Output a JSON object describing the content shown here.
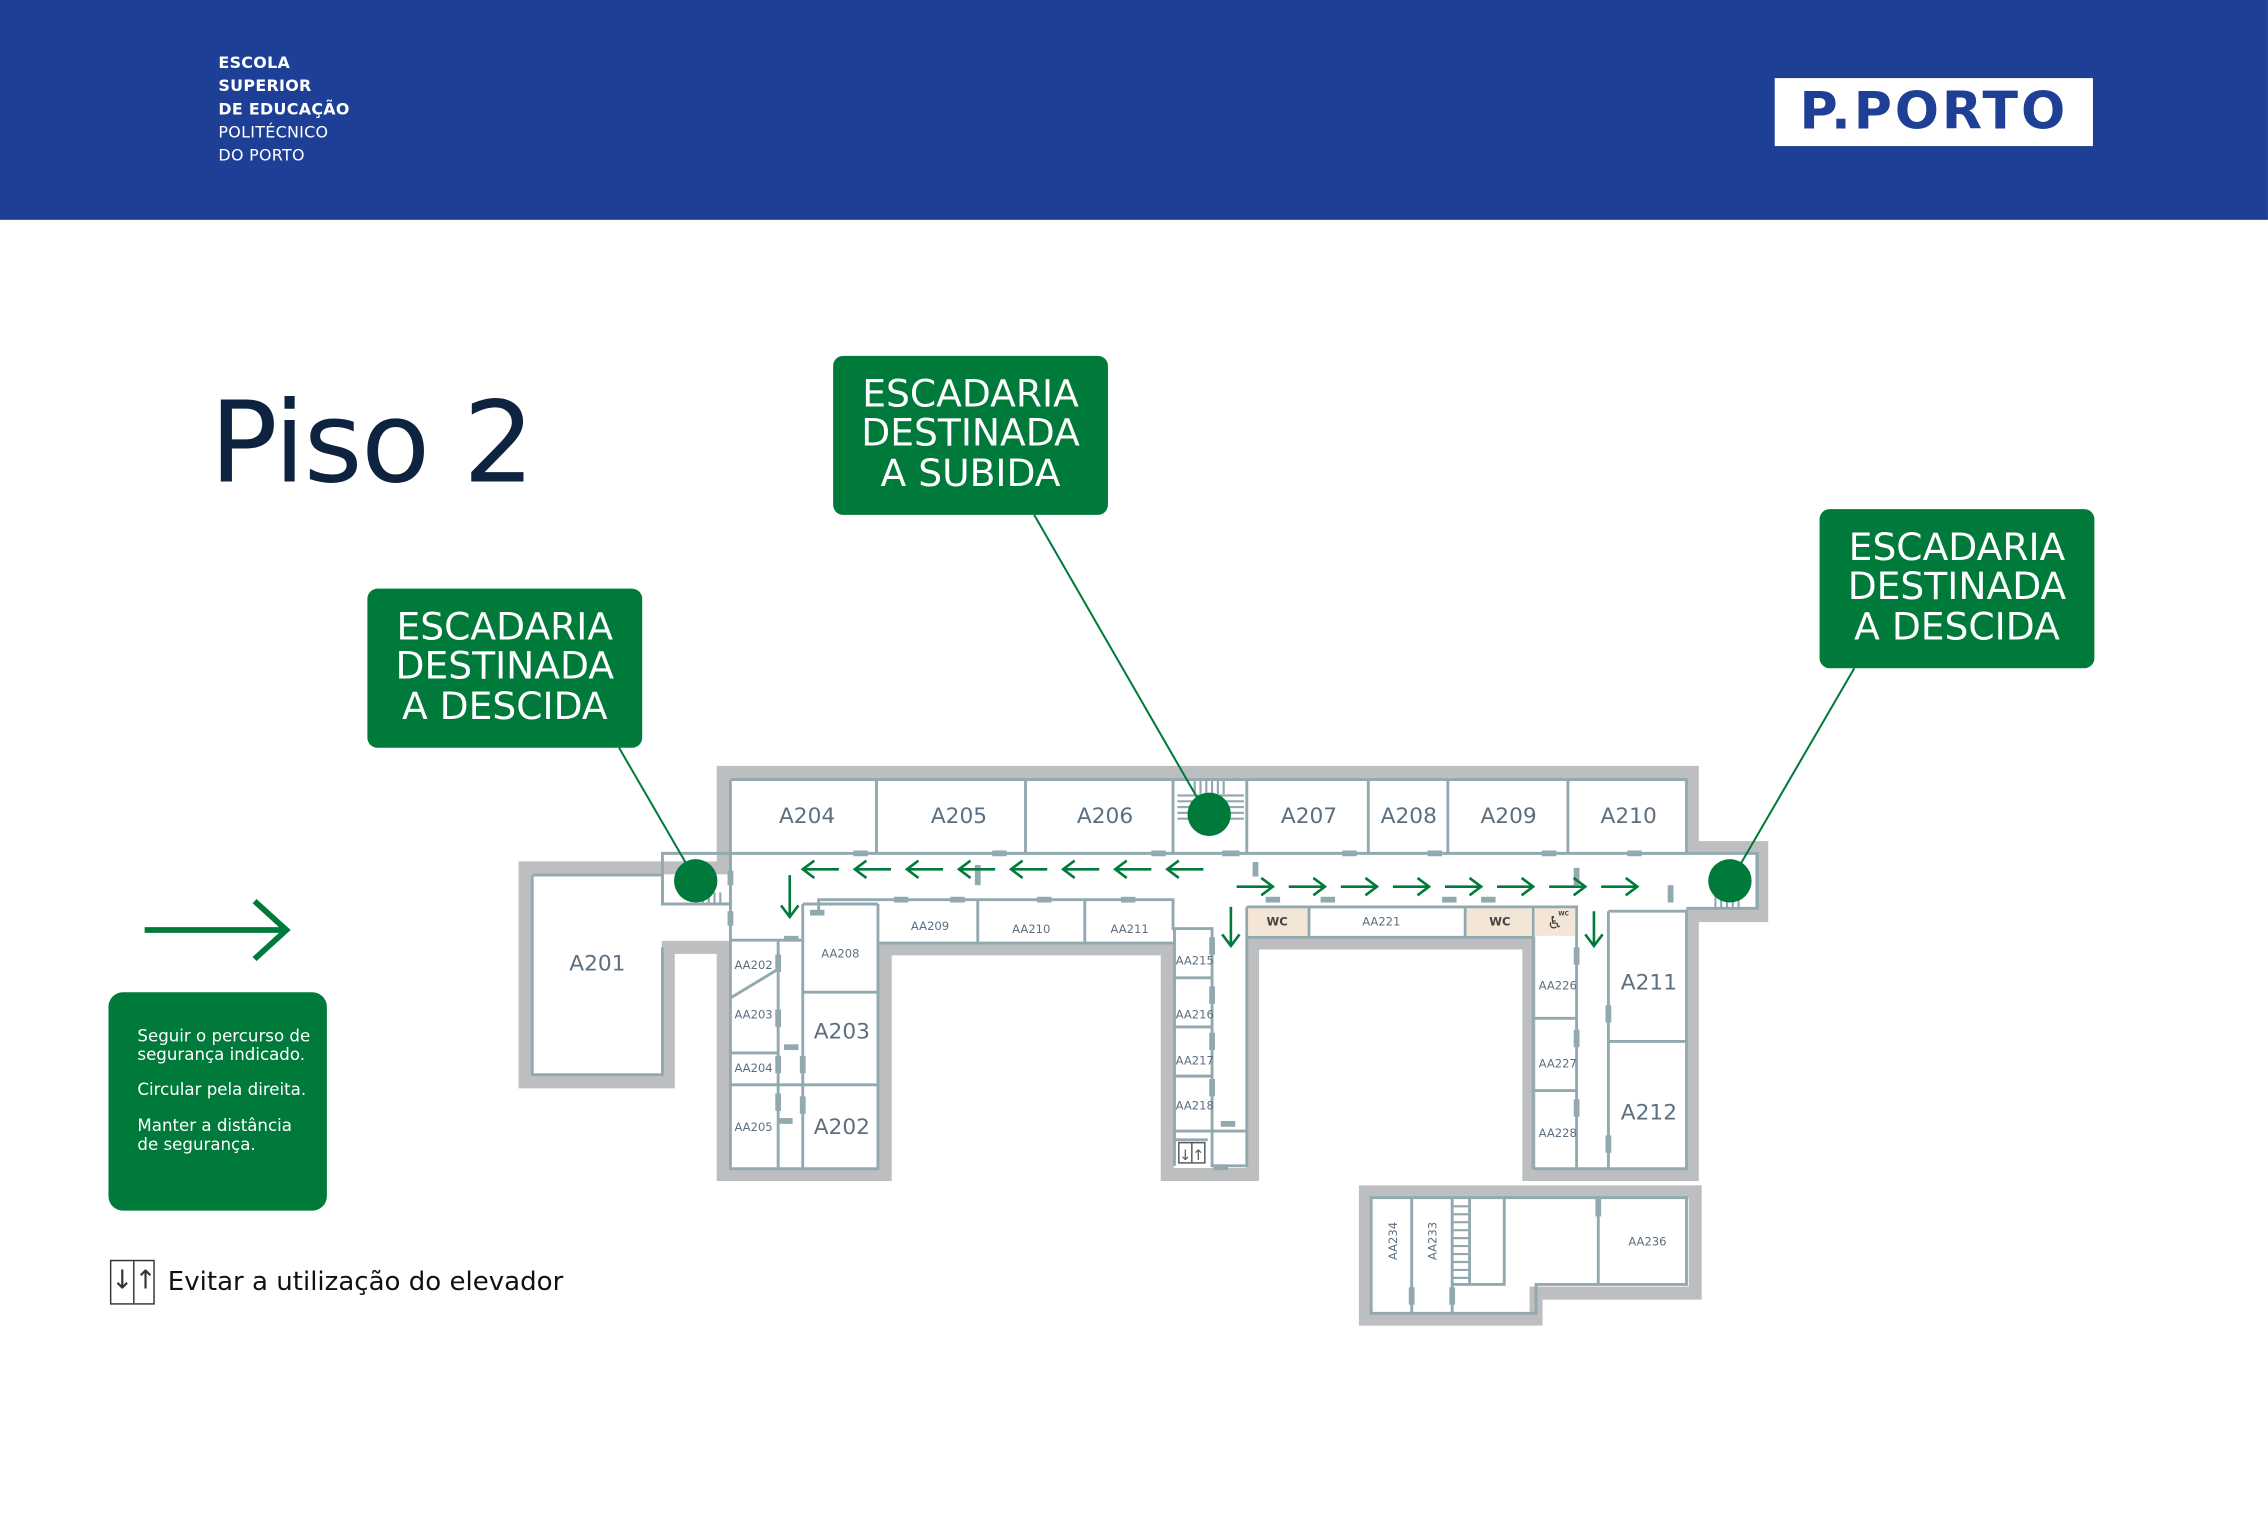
{
  "header": {
    "school_bold": [
      "ESCOLA",
      "SUPERIOR",
      "DE EDUCAÇÃO"
    ],
    "school_regular": [
      "POLITÉCNICO",
      "DO PORTO"
    ],
    "logo": "P.PORTO"
  },
  "title": "Piso 2",
  "callouts": [
    {
      "lines": [
        "ESCADARIA",
        "DESTINADA",
        "A SUBIDA"
      ]
    },
    {
      "lines": [
        "ESCADARIA",
        "DESTINADA",
        "A DESCIDA"
      ]
    },
    {
      "lines": [
        "ESCADARIA",
        "DESTINADA",
        "A DESCIDA"
      ]
    }
  ],
  "rooms": {
    "A201": "A201",
    "A202": "A202",
    "A203": "A203",
    "A204": "A204",
    "A205": "A205",
    "A206": "A206",
    "A207": "A207",
    "A208": "A208",
    "A209": "A209",
    "A210": "A210",
    "A211": "A211",
    "A212": "A212",
    "AA202": "AA202",
    "AA203": "AA203",
    "AA204": "AA204",
    "AA205": "AA205",
    "AA208": "AA208",
    "AA209": "AA209",
    "AA210": "AA210",
    "AA211": "AA211",
    "AA215": "AA215",
    "AA216": "AA216",
    "AA217": "AA217",
    "AA218": "AA218",
    "AA221": "AA221",
    "AA226": "AA226",
    "AA227": "AA227",
    "AA228": "AA228",
    "AA233": "AA233",
    "AA234": "AA234",
    "AA236": "AA236",
    "wc1": "WC",
    "wc2": "WC",
    "wc_accessible": "WC"
  },
  "legend": {
    "rules": [
      [
        "Seguir o percurso de",
        "segurança indicado."
      ],
      [
        "Circular pela direita."
      ],
      [
        "Manter a distância",
        "de segurança."
      ]
    ],
    "elevator_arrows": [
      "↓",
      "↑"
    ],
    "elevator_text": "Evitar a utilização do elevador"
  },
  "colors": {
    "header": "#1e3f96",
    "green": "#007a3a",
    "wall": "#bdbec0",
    "inner": "#93a9b0",
    "wc": "#f3e6d6",
    "title": "#0d2340"
  }
}
